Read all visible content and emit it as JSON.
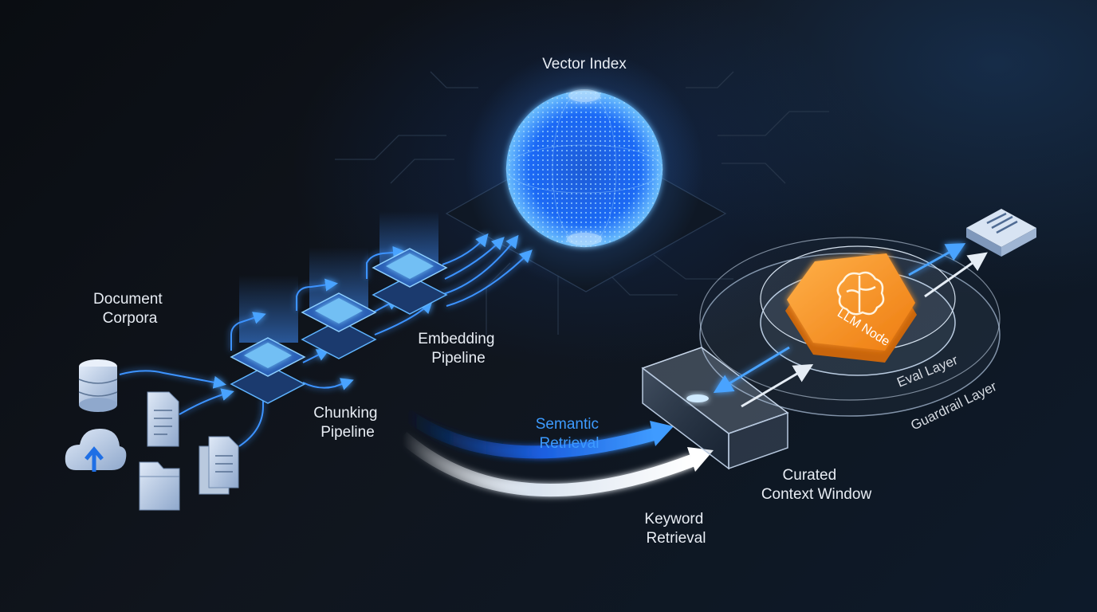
{
  "labels": {
    "vector_index": "Vector Index",
    "document_corpora": [
      "Document",
      "Corpora"
    ],
    "chunking_pipeline": [
      "Chunking",
      "Pipeline"
    ],
    "embedding_pipeline": [
      "Embedding",
      "Pipeline"
    ],
    "semantic_retrieval": [
      "Semantic",
      "Retrieval"
    ],
    "keyword_retrieval": [
      "Keyword",
      "Retrieval"
    ],
    "curated_context_window": [
      "Curated",
      "Context Window"
    ],
    "llm_node": "LLM Node",
    "eval_layer": "Eval Layer",
    "guardrail_layer": "Guardrail Layer"
  },
  "colors": {
    "accent_blue": "#2f8bff",
    "glow_blue": "#5fb4ff",
    "llm_orange": "#f28a1e",
    "text": "#e8edf4"
  },
  "icons": [
    "database-icon",
    "cloud-upload-icon",
    "document-icon",
    "folder-icon",
    "brain-icon",
    "output-document-icon"
  ]
}
